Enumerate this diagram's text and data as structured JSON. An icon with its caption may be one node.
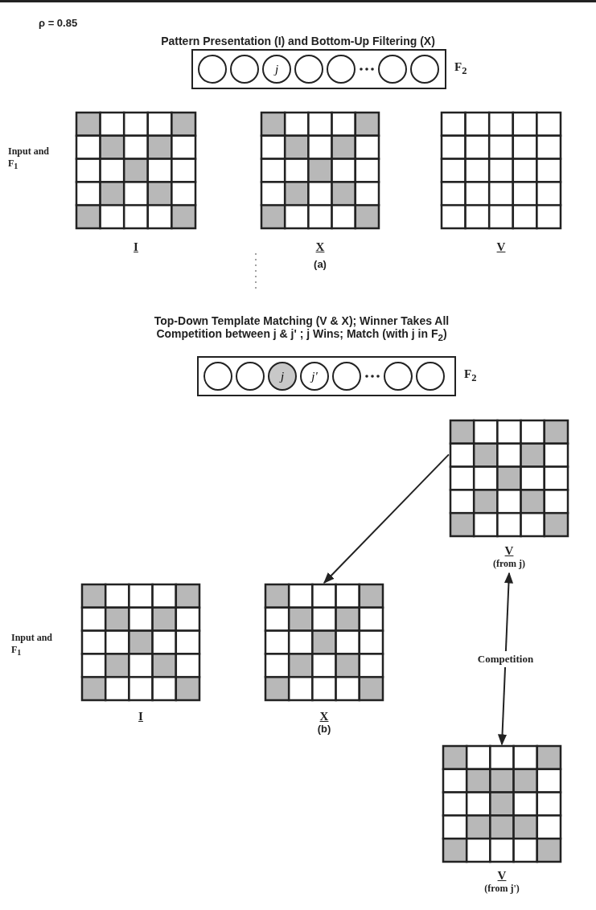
{
  "diagram": {
    "nodes": [
      {
        "text": [],
        "shape": "box",
        "beside": [
          "F$_{2}$"
        ]
      },
      {
        "text": [],
        "shape": "circle",
        "in": 0
      },
      {
        "text": [],
        "shape": "circle",
        "in": 0
      },
      {
        "text": [
          "j"
        ],
        "in": 0
      },
      {
        "text": [],
        "shape": "circle",
        "in": 0
      },
      {
        "text": [],
        "shape": "circle",
        "in": 0
      },
      {
        "text": [],
        "shape": "circle",
        "in": 0
      },
      {
        "text": [],
        "shape": "circle",
        "in": 0
      },
      {
        "text": [],
        "shape": "grid",
        "beside": [
          "I"
        ]
      },
      {
        "text": [],
        "shape": "grid",
        "beside": [
          "X"
        ]
      },
      {
        "text": [],
        "shape": "grid",
        "beside": [
          "V"
        ]
      },
      {
        "text": [],
        "shape": "box",
        "beside": [
          "F$_{2}$"
        ]
      },
      {
        "text": [],
        "shape": "circle",
        "in": 11
      },
      {
        "text": [],
        "shape": "circle",
        "in": 11
      },
      {
        "text": [
          "j"
        ],
        "in": 11
      },
      {
        "text": [
          "j'"
        ],
        "in": 11
      },
      {
        "text": [],
        "shape": "circle",
        "in": 11
      },
      {
        "text": [],
        "shape": "circle",
        "in": 11
      },
      {
        "text": [],
        "shape": "circle",
        "in": 11
      },
      {
        "text": [],
        "shape": "grid",
        "beside": [
          "V",
          "(from j)"
        ]
      },
      {
        "text": [],
        "shape": "grid",
        "beside": [
          "I"
        ]
      },
      {
        "text": [],
        "shape": "grid",
        "beside": [
          "X"
        ]
      },
      {
        "text": [],
        "shape": "grid",
        "beside": [
          "V",
          "(from j')"
        ]
      }
    ],
    "edges": [
      {
        "from": 19,
        "to": 21,
        "arrow": "to"
      },
      {
        "from": 19,
        "to": 22,
        "arrow": "both",
        "label": "Competition"
      }
    ],
    "labels": [
      "ρ = 0.85",
      "Pattern Presentation (I) and Bottom-Up Filtering (X)",
      "Input and F$_{1}$",
      "(a)",
      "Top-Down Template Matching (V & X); Winner Takes All Competition between j & j' ; j Wins; Match (with j in F$_{2}$)",
      "Input and F$_{1}$",
      "(b)"
    ]
  }
}
